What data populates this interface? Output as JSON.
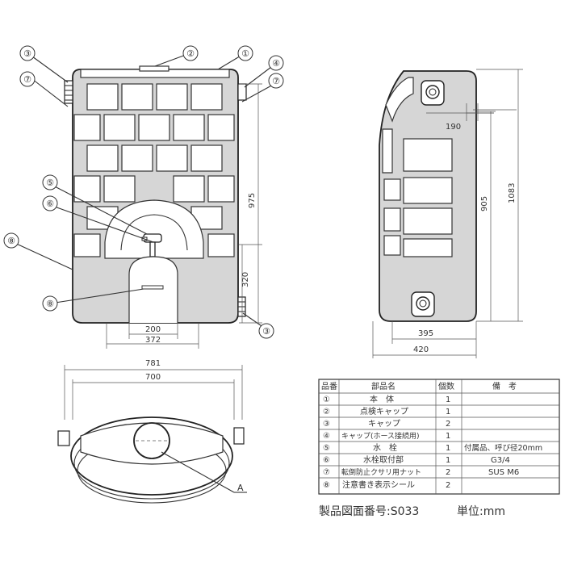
{
  "callouts": {
    "c1": "①",
    "c2": "②",
    "c3": "③",
    "c4": "④",
    "c5": "⑤",
    "c6": "⑥",
    "c7": "⑦",
    "c8": "⑧"
  },
  "dimensions": {
    "front_height": "975",
    "front_low": "320",
    "front_inner": "200",
    "front_base": "372",
    "side_top": "190",
    "side_inner_h": "905",
    "side_full_h": "1083",
    "side_base_inner": "395",
    "side_base": "420",
    "top_outer": "781",
    "top_inner": "700",
    "top_label_a": "A"
  },
  "parts_table": {
    "headers": [
      "品番",
      "部品名",
      "個数",
      "備　考"
    ],
    "rows": [
      {
        "no": "①",
        "name": "本　体",
        "qty": "1",
        "note": ""
      },
      {
        "no": "②",
        "name": "点検キャップ",
        "qty": "1",
        "note": ""
      },
      {
        "no": "③",
        "name": "キャップ",
        "qty": "2",
        "note": ""
      },
      {
        "no": "④",
        "name": "キャップ(ホース接続用)",
        "qty": "1",
        "note": ""
      },
      {
        "no": "⑤",
        "name": "水　栓",
        "qty": "1",
        "note": "付属品、呼び径20mm"
      },
      {
        "no": "⑥",
        "name": "水栓取付部",
        "qty": "1",
        "note": "G3/4"
      },
      {
        "no": "⑦",
        "name": "転倒防止クサリ用ナット",
        "qty": "2",
        "note": "SUS M6"
      },
      {
        "no": "⑧",
        "name": "注意書き表示シール",
        "qty": "2",
        "note": ""
      }
    ]
  },
  "footer": {
    "drawing_no": "製品図面番号:S033",
    "unit": "単位:mm"
  }
}
